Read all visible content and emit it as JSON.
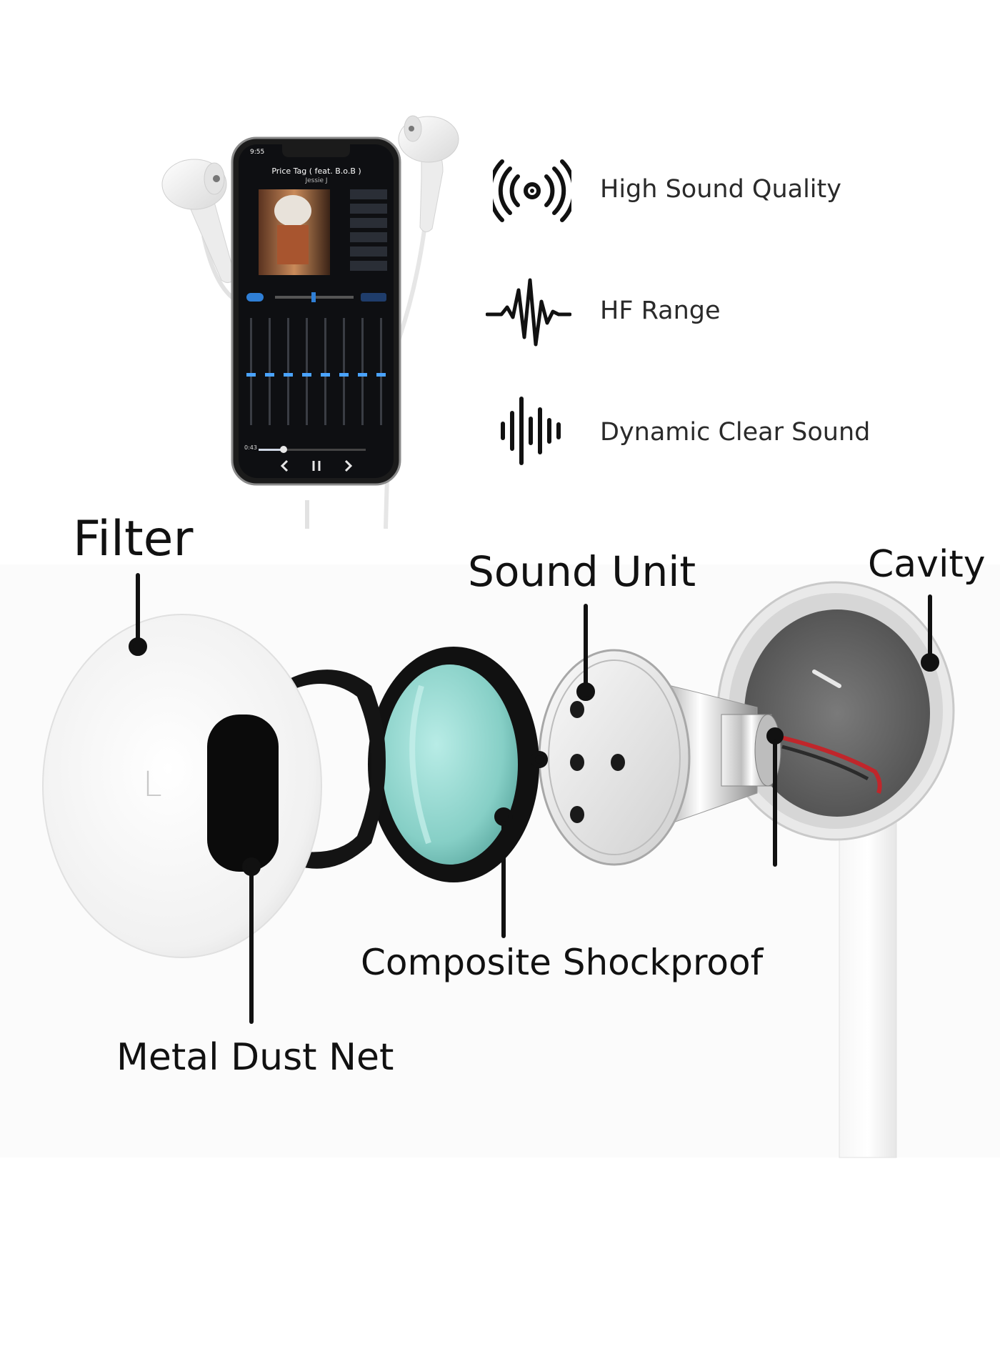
{
  "features": [
    {
      "icon": "broadcast-icon",
      "label": "High Sound Quality"
    },
    {
      "icon": "waveform-icon",
      "label": "HF Range"
    },
    {
      "icon": "sound-bars-icon",
      "label": "Dynamic Clear Sound"
    }
  ],
  "phone": {
    "time": "9:55",
    "song_title": "Price Tag ( feat. B.o.B )",
    "artist": "Jessie J",
    "elapsed": "0:43"
  },
  "parts": {
    "filter": "Filter",
    "sound_unit": "Sound Unit",
    "cavity": "Cavity",
    "composite_shockproof": "Composite Shockproof",
    "metal_dust_net": "Metal Dust Net",
    "earbud_side": "L"
  },
  "colors": {
    "text": "#111111",
    "lens": "#8fd6cf",
    "wire_red": "#c0262b"
  }
}
